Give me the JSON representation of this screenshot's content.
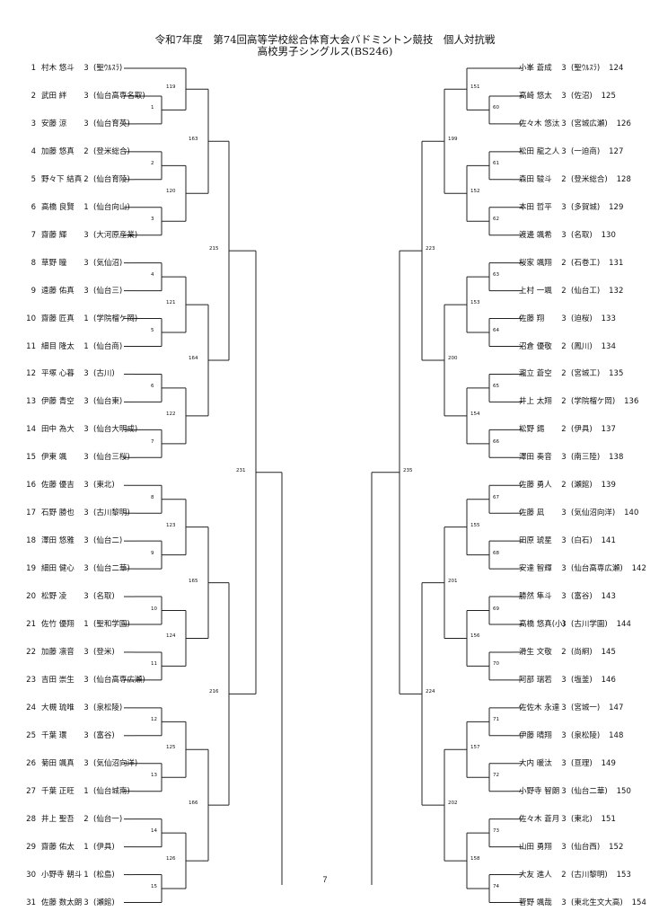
{
  "title": "令和7年度　第74回高等学校総合体育大会バドミントン競技　個人対抗戦",
  "subtitle": "高校男子シングルス(BS246)",
  "page_number": "7",
  "left_players": [
    {
      "num": "1",
      "name": "村木 悠斗",
      "grade": "3",
      "school": "(聖ｳﾙｽﾗ)"
    },
    {
      "num": "2",
      "name": "武田 絆",
      "grade": "3",
      "school": "(仙台高専名取)"
    },
    {
      "num": "3",
      "name": "安藤 涼",
      "grade": "3",
      "school": "(仙台育英)"
    },
    {
      "num": "4",
      "name": "加藤 悠真",
      "grade": "2",
      "school": "(登米総合)"
    },
    {
      "num": "5",
      "name": "野々下 結真",
      "grade": "2",
      "school": "(仙台育陵)"
    },
    {
      "num": "6",
      "name": "高橋 良賢",
      "grade": "1",
      "school": "(仙台向山)"
    },
    {
      "num": "7",
      "name": "齋藤 輝",
      "grade": "3",
      "school": "(大河原産業)"
    },
    {
      "num": "8",
      "name": "草野 瞳",
      "grade": "3",
      "school": "(気仙沼)"
    },
    {
      "num": "9",
      "name": "遠藤 佑真",
      "grade": "3",
      "school": "(仙台三)"
    },
    {
      "num": "10",
      "name": "齋藤 匠真",
      "grade": "1",
      "school": "(学院榴ケ岡)"
    },
    {
      "num": "11",
      "name": "細目 隆太",
      "grade": "1",
      "school": "(仙台商)"
    },
    {
      "num": "12",
      "name": "平塚 心暮",
      "grade": "3",
      "school": "(古川)"
    },
    {
      "num": "13",
      "name": "伊藤 青空",
      "grade": "3",
      "school": "(仙台東)"
    },
    {
      "num": "14",
      "name": "田中 為大",
      "grade": "3",
      "school": "(仙台大明成)"
    },
    {
      "num": "15",
      "name": "伊東 颯",
      "grade": "3",
      "school": "(仙台三桜)"
    },
    {
      "num": "16",
      "name": "佐藤 優吉",
      "grade": "3",
      "school": "(東北)"
    },
    {
      "num": "17",
      "name": "石野 勝也",
      "grade": "3",
      "school": "(古川黎明)"
    },
    {
      "num": "18",
      "name": "澤田 悠雅",
      "grade": "3",
      "school": "(仙台二)"
    },
    {
      "num": "19",
      "name": "細田 健心",
      "grade": "3",
      "school": "(仙台二華)"
    },
    {
      "num": "20",
      "name": "松野 凌",
      "grade": "3",
      "school": "(名取)"
    },
    {
      "num": "21",
      "name": "佐竹 優翔",
      "grade": "1",
      "school": "(聖和学園)"
    },
    {
      "num": "22",
      "name": "加藤 凛音",
      "grade": "3",
      "school": "(登米)"
    },
    {
      "num": "23",
      "name": "吉田 崇生",
      "grade": "3",
      "school": "(仙台高専広瀬)"
    },
    {
      "num": "24",
      "name": "大槻 琉唯",
      "grade": "3",
      "school": "(泉松陵)"
    },
    {
      "num": "25",
      "name": "千葉 環",
      "grade": "3",
      "school": "(富谷)"
    },
    {
      "num": "26",
      "name": "菊田 颯真",
      "grade": "3",
      "school": "(気仙沼向洋)"
    },
    {
      "num": "27",
      "name": "千葉 正旺",
      "grade": "1",
      "school": "(仙台城南)"
    },
    {
      "num": "28",
      "name": "井上 聖吾",
      "grade": "2",
      "school": "(仙台一)"
    },
    {
      "num": "29",
      "name": "齋藤 佑太",
      "grade": "1",
      "school": "(伊具)"
    },
    {
      "num": "30",
      "name": "小野寺 朝斗",
      "grade": "1",
      "school": "(松島)"
    },
    {
      "num": "31",
      "name": "佐藤 数太朗",
      "grade": "3",
      "school": "(瀬館)"
    }
  ],
  "right_players": [
    {
      "num": "124",
      "name": "小峯 蒼成",
      "grade": "3",
      "school": "(聖ｳﾙｽﾗ)"
    },
    {
      "num": "125",
      "name": "高崎 悠太",
      "grade": "3",
      "school": "(佐沼)"
    },
    {
      "num": "126",
      "name": "佐々木 悠汰",
      "grade": "3",
      "school": "(宮城広瀬)"
    },
    {
      "num": "127",
      "name": "松田 龍之人",
      "grade": "3",
      "school": "(一迫商)"
    },
    {
      "num": "128",
      "name": "森田 駿斗",
      "grade": "2",
      "school": "(登米総合)"
    },
    {
      "num": "129",
      "name": "本田 哲平",
      "grade": "3",
      "school": "(多賀城)"
    },
    {
      "num": "130",
      "name": "渡邊 颯希",
      "grade": "3",
      "school": "(名取)"
    },
    {
      "num": "131",
      "name": "桜家 颯翔",
      "grade": "2",
      "school": "(石巻工)"
    },
    {
      "num": "132",
      "name": "上村 一颯",
      "grade": "2",
      "school": "(仙台工)"
    },
    {
      "num": "133",
      "name": "佐藤 翔",
      "grade": "3",
      "school": "(迫桜)"
    },
    {
      "num": "134",
      "name": "沼倉 優敬",
      "grade": "2",
      "school": "(鳳川)"
    },
    {
      "num": "135",
      "name": "瀧立 蒼空",
      "grade": "2",
      "school": "(宮城工)"
    },
    {
      "num": "136",
      "name": "井上 太翔",
      "grade": "2",
      "school": "(学院榴ケ岡)"
    },
    {
      "num": "137",
      "name": "松野 錫",
      "grade": "2",
      "school": "(伊具)"
    },
    {
      "num": "138",
      "name": "澤田 奏音",
      "grade": "3",
      "school": "(南三陸)"
    },
    {
      "num": "139",
      "name": "佐藤 勇人",
      "grade": "2",
      "school": "(瀬館)"
    },
    {
      "num": "140",
      "name": "佐藤 凪",
      "grade": "3",
      "school": "(気仙沼向洋)"
    },
    {
      "num": "141",
      "name": "田原 琥星",
      "grade": "3",
      "school": "(白石)"
    },
    {
      "num": "142",
      "name": "安達 智輝",
      "grade": "3",
      "school": "(仙台高専広瀬)"
    },
    {
      "num": "143",
      "name": "勝然 隼斗",
      "grade": "3",
      "school": "(富谷)"
    },
    {
      "num": "144",
      "name": "高橋 悠真(小)",
      "grade": "3",
      "school": "(古川学園)"
    },
    {
      "num": "145",
      "name": "滑生 文敬",
      "grade": "2",
      "school": "(尚絅)"
    },
    {
      "num": "146",
      "name": "阿部 瑞若",
      "grade": "3",
      "school": "(塩釜)"
    },
    {
      "num": "147",
      "name": "佐佐木 永達",
      "grade": "3",
      "school": "(宮城一)"
    },
    {
      "num": "148",
      "name": "伊藤 晴翔",
      "grade": "3",
      "school": "(泉松陵)"
    },
    {
      "num": "149",
      "name": "大内 暖汰",
      "grade": "3",
      "school": "(亘理)"
    },
    {
      "num": "150",
      "name": "小野寺 智朗",
      "grade": "3",
      "school": "(仙台二華)"
    },
    {
      "num": "151",
      "name": "佐々木 蒼月",
      "grade": "3",
      "school": "(東北)"
    },
    {
      "num": "152",
      "name": "山田 勇翔",
      "grade": "3",
      "school": "(仙台西)"
    },
    {
      "num": "153",
      "name": "大友 進人",
      "grade": "2",
      "school": "(古川黎明)"
    },
    {
      "num": "154",
      "name": "菅野 颯哉",
      "grade": "3",
      "school": "(東北生文大高)"
    }
  ],
  "left_match_numbers": {
    "r1": [
      "1",
      "2",
      "3",
      "4",
      "5",
      "6",
      "7",
      "8",
      "9",
      "10",
      "11",
      "12",
      "13",
      "14",
      "15"
    ],
    "r2": [
      "119",
      "120",
      "121",
      "122",
      "123",
      "124",
      "125",
      "126"
    ],
    "r3": [
      "163",
      "164",
      "165",
      "166"
    ],
    "r4": [
      "215",
      "216"
    ],
    "r5": [
      "231"
    ]
  },
  "right_match_numbers": {
    "r1": [
      "60",
      "61",
      "62",
      "63",
      "64",
      "65",
      "66",
      "67",
      "68",
      "69",
      "70",
      "71",
      "72",
      "73",
      "74"
    ],
    "r2": [
      "151",
      "152",
      "153",
      "154",
      "155",
      "156",
      "157",
      "158"
    ],
    "r3": [
      "199",
      "200",
      "201",
      "202"
    ],
    "r4": [
      "223",
      "224"
    ],
    "r5": [
      "235"
    ]
  }
}
